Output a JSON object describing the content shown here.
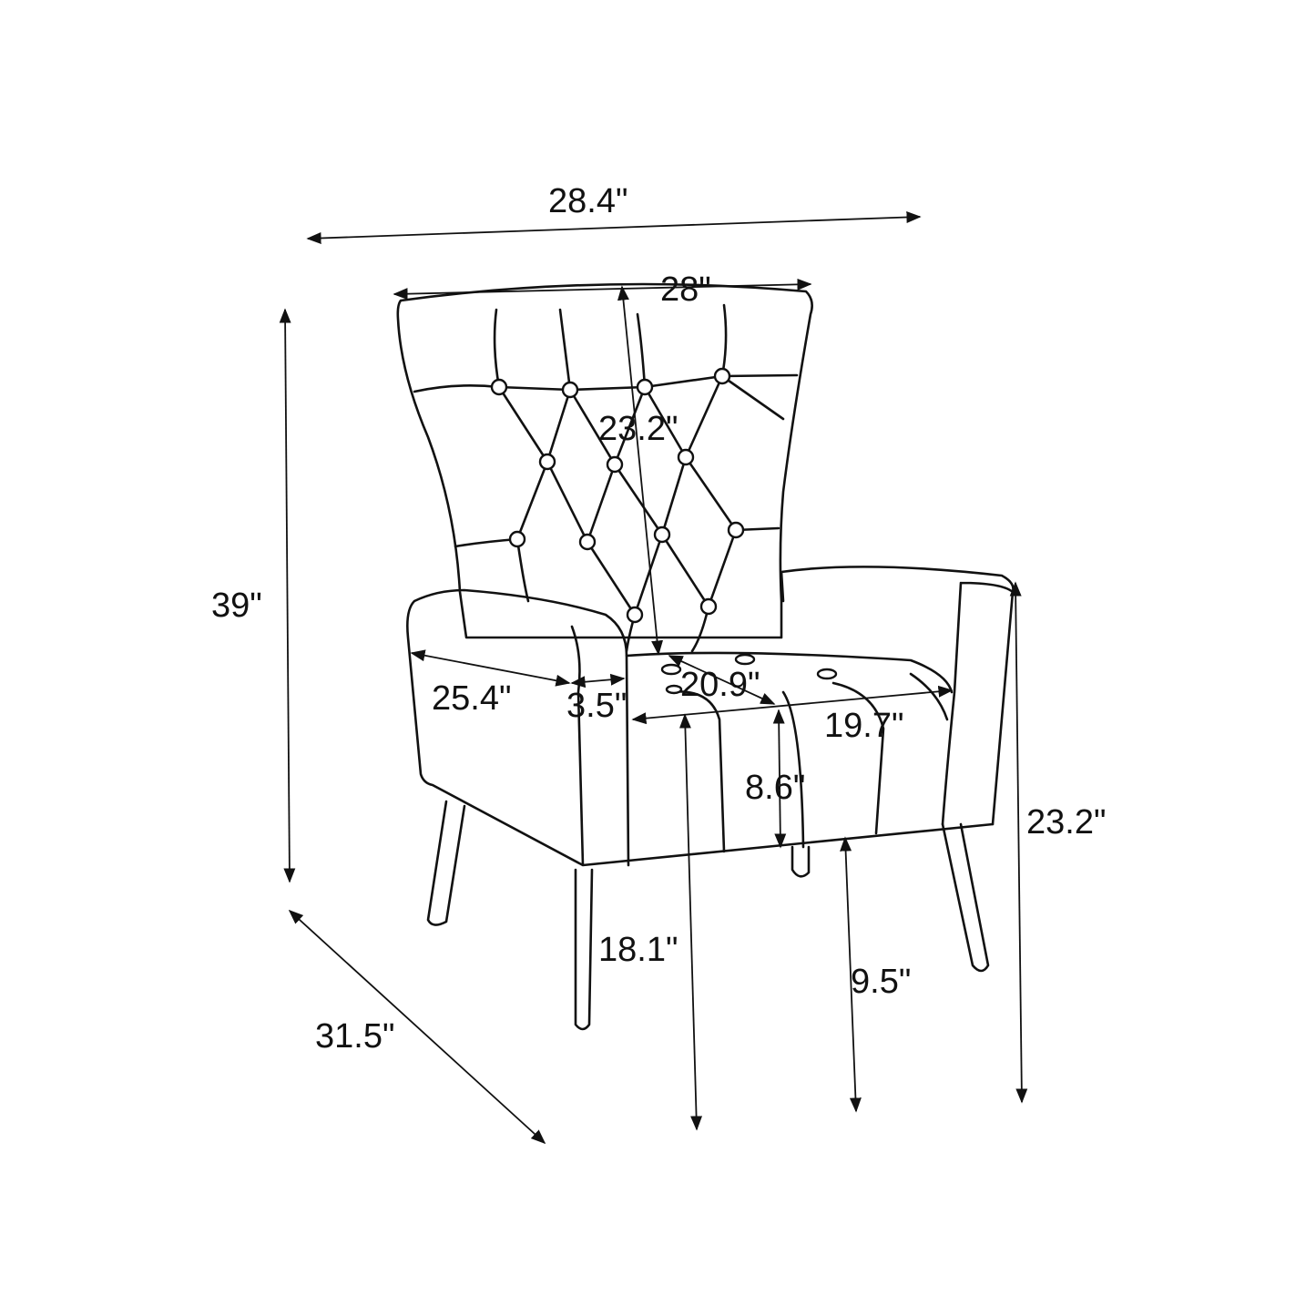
{
  "title": "Chair dimensions diagram",
  "dimensions": {
    "overall_width": "28.4\"",
    "back_width": "28\"",
    "back_height": "23.2\"",
    "overall_height": "39\"",
    "seat_depth": "25.4\"",
    "arm_width": "3.5\"",
    "seat_width_front": "20.9\"",
    "seat_width_inner": "19.7\"",
    "seat_thickness": "8.6\"",
    "arm_height": "23.2\"",
    "seat_height": "18.1\"",
    "leg_height": "9.5\"",
    "overall_depth": "31.5\""
  },
  "colors": {
    "line": "#111111",
    "background": "#ffffff"
  }
}
